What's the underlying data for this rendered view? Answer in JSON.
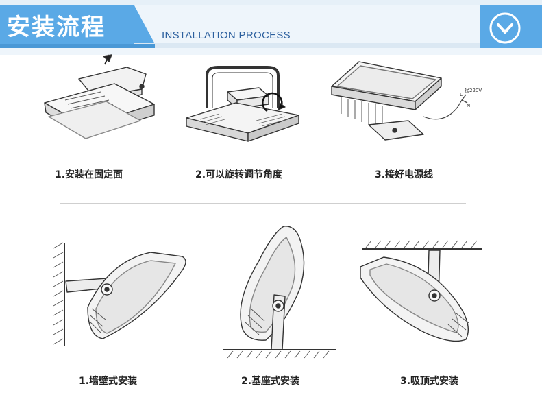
{
  "header": {
    "title_cn": "安装流程",
    "title_en": "INSTALLATION PROCESS",
    "accent_color": "#5aa9e6",
    "emblem_icon": "chevron-down-icon"
  },
  "steps_top": [
    {
      "label": "1.安装在固定面",
      "icon": "mount-surface-illustration"
    },
    {
      "label": "2.可以旋转调节角度",
      "icon": "rotate-angle-illustration"
    },
    {
      "label": "3.接好电源线",
      "icon": "power-wire-illustration"
    }
  ],
  "wiring": {
    "voltage": "接220V",
    "live": "L",
    "neutral": "N"
  },
  "steps_bottom": [
    {
      "label": "1.墙壁式安装",
      "icon": "wall-mount-illustration"
    },
    {
      "label": "2.基座式安装",
      "icon": "base-mount-illustration"
    },
    {
      "label": "3.吸顶式安装",
      "icon": "ceiling-mount-illustration"
    }
  ]
}
